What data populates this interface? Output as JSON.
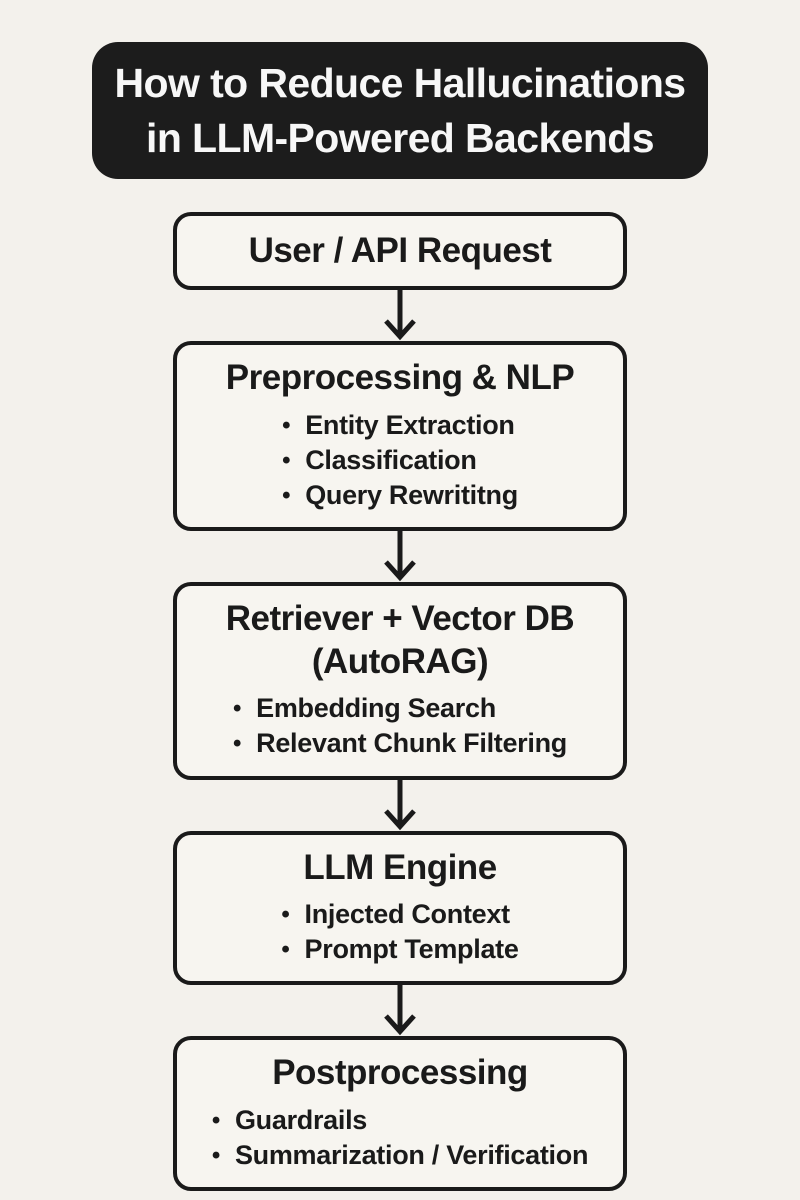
{
  "header": {
    "title_line1": "How to Reduce Hallucinations",
    "title_line2": "in LLM-Powered Backends"
  },
  "flow": {
    "nodes": [
      {
        "title": "User / API Request",
        "bullets": []
      },
      {
        "title": "Preprocessing & NLP",
        "bullets": [
          "Entity Extraction",
          "Classification",
          "Query Rewrititng"
        ]
      },
      {
        "title": "Retriever + Vector DB",
        "subtitle": "(AutoRAG)",
        "bullets": [
          "Embedding Search",
          "Relevant Chunk Filtering"
        ]
      },
      {
        "title": "LLM Engine",
        "bullets": [
          "Injected Context",
          "Prompt Template"
        ]
      },
      {
        "title": "Postprocessing",
        "bullets": [
          "Guardrails",
          "Summarization / Verification"
        ]
      }
    ]
  },
  "icons": {
    "down_arrow": "↓"
  },
  "colors": {
    "background": "#f3f1ec",
    "box_fill": "#f7f5f0",
    "border": "#1a1a1a",
    "header_bg": "#1c1c1c",
    "header_text": "#f7f7f7",
    "text": "#1a1a1a"
  }
}
